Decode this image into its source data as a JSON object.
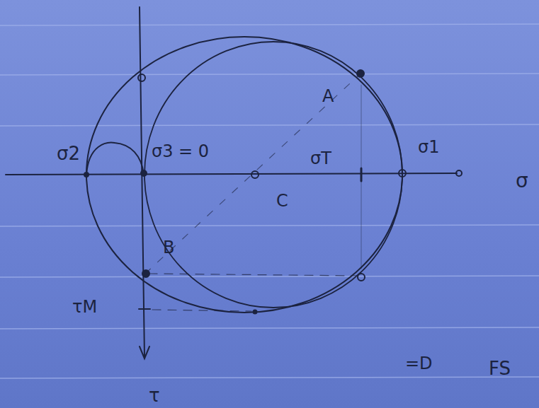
{
  "diagram": {
    "labels": [
      "σ2",
      "σ3 = 0",
      "C",
      "σT",
      "σ1",
      "σ",
      "A",
      "B",
      "τM",
      "τ",
      "=D",
      "FS"
    ]
  }
}
